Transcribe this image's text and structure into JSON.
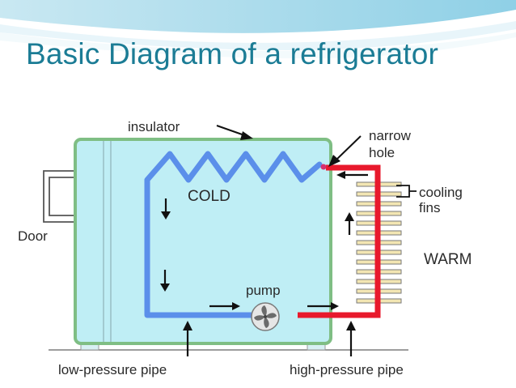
{
  "slide": {
    "title": "Basic Diagram of a refrigerator"
  },
  "diagram": {
    "labels": {
      "insulator": "insulator",
      "narrow_hole_line1": "narrow",
      "narrow_hole_line2": "hole",
      "cold": "COLD",
      "cooling_fins_line1": "cooling",
      "cooling_fins_line2": "fins",
      "warm": "WARM",
      "door": "Door",
      "pump": "pump",
      "low_pressure_pipe": "low-pressure pipe",
      "high_pressure_pipe": "high-pressure pipe"
    },
    "colors": {
      "title": "#1b7c95",
      "cold_pipe": "#5b8fea",
      "hot_pipe": "#e8192c",
      "cabinet_fill": "#bfeef5",
      "cabinet_border": "#7fbe84",
      "fins": "#f3e6b3"
    }
  }
}
